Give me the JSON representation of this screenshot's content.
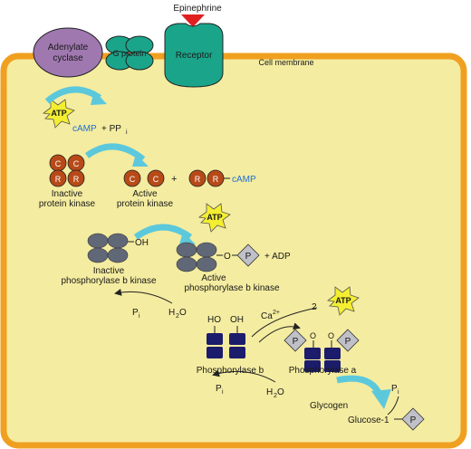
{
  "labels": {
    "epinephrine": "Epinephrine",
    "adenylate_cyclase_1": "Adenylate",
    "adenylate_cyclase_2": "cyclase",
    "g_protein": "G protein",
    "receptor": "Receptor",
    "cell_membrane": "Cell membrane",
    "atp": "ATP",
    "camp": "cAMP",
    "ppi_plus": "+ PP",
    "ppi_sub": "i",
    "subunit_c": "C",
    "subunit_r": "R",
    "inactive_pk_1": "Inactive",
    "inactive_pk_2": "protein kinase",
    "active_pk_1": "Active",
    "active_pk_2": "protein kinase",
    "plus": "+",
    "oh": "OH",
    "o": "O",
    "p": "P",
    "plus_adp": "+ ADP",
    "inactive_phk_1": "Inactive",
    "inactive_phk_2": "phosphorylase b kinase",
    "active_phk_1": "Active",
    "active_phk_2": "phosphorylase b kinase",
    "pi_p": "P",
    "pi_i": "i",
    "h2o": "H",
    "h2o_sub": "2",
    "h2o_o": "O",
    "ho": "HO",
    "ca": "Ca",
    "ca_sup": "2+",
    "two": "2",
    "phosphorylase_b": "Phosphorylase b",
    "phosphorylase_a": "Phosphorylase a",
    "glycogen": "Glycogen",
    "glucose1": "Glucose-1"
  },
  "colors": {
    "membrane": "#f0a020",
    "cell_fill": "#f4eca0",
    "adenylate": "#a078b0",
    "receptor": "#1aa58a",
    "arrow_cyan": "#5cc8dc",
    "atp_star": "#f4ee30",
    "kinase_sub": "#b84a18",
    "gray_sub": "#606878",
    "phosphorylase": "#1c1c6c",
    "p_diamond": "#c0c0c8",
    "camp_text": "#1f6fd0"
  }
}
